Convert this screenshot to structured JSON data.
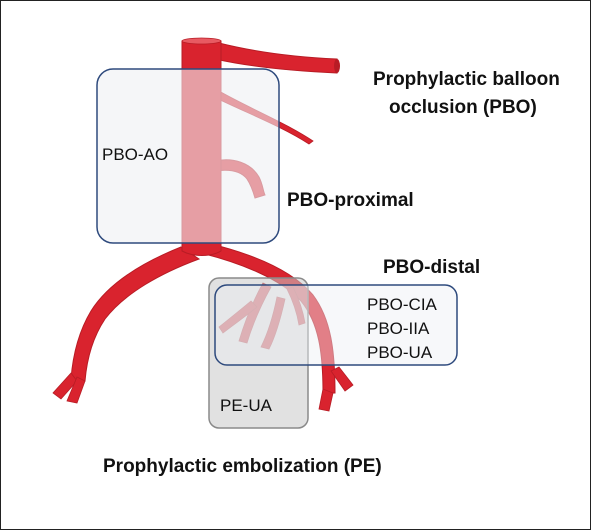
{
  "diagram": {
    "labels": {
      "pbo_title_line1": "Prophylactic balloon",
      "pbo_title_line2": "occlusion (PBO)",
      "pbo_ao": "PBO-AO",
      "pbo_proximal": "PBO-proximal",
      "pbo_distal": "PBO-distal",
      "pbo_cia": "PBO-CIA",
      "pbo_iia": "PBO-IIA",
      "pbo_ua": "PBO-UA",
      "pe_ua": "PE-UA",
      "pe_title": "Prophylactic embolization (PE)"
    },
    "colors": {
      "vessel": "#d9232e",
      "vessel_shade": "#b81c25",
      "pbo_box_fill": "#eef0f4",
      "pbo_box_stroke": "#2e4a7d",
      "pe_box_fill": "#c8c8c8",
      "pe_box_stroke": "#8a8a8a",
      "frame": "#222222"
    }
  }
}
